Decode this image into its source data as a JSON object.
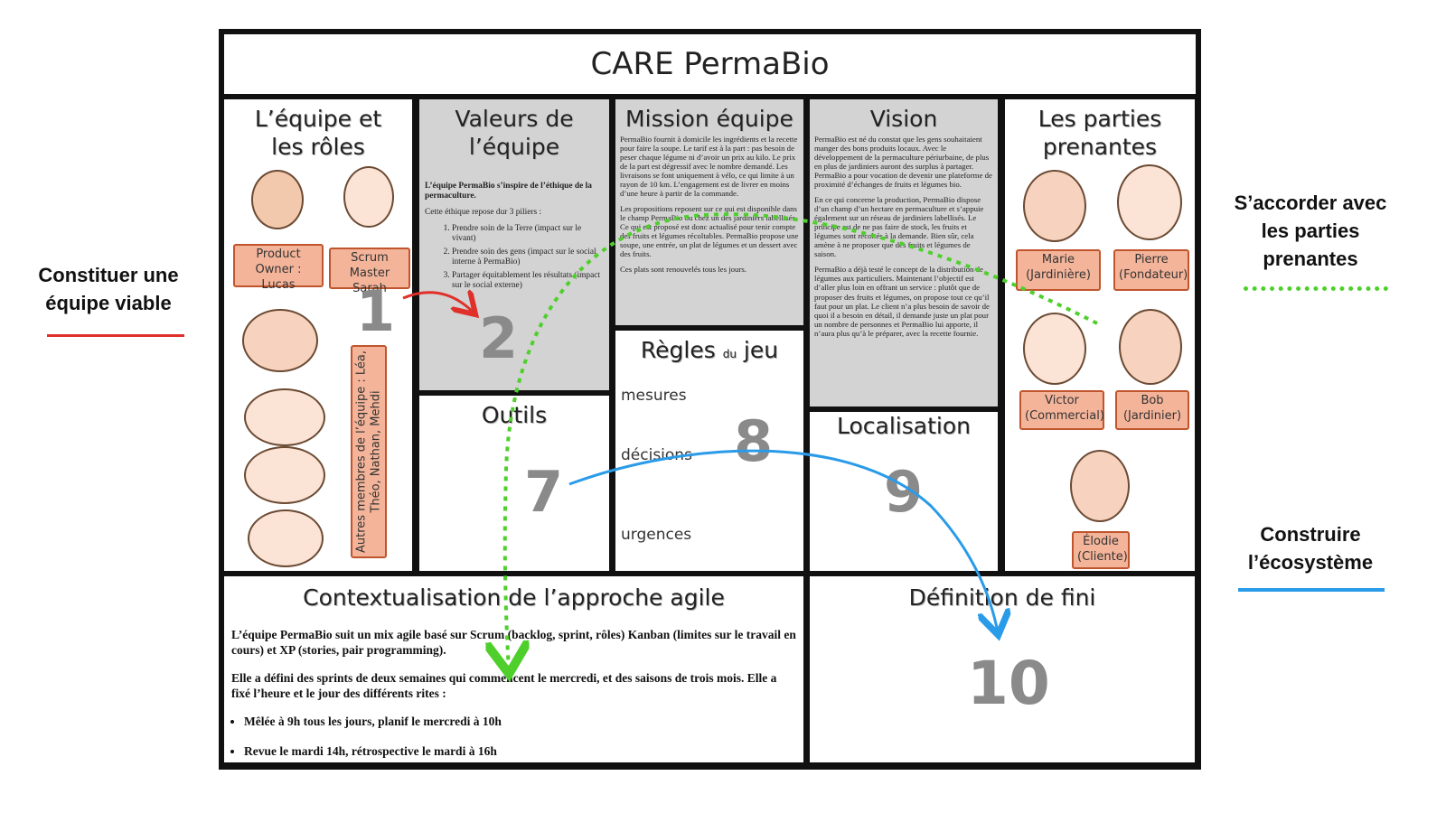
{
  "title": "CARE PermaBio",
  "left_label": {
    "text": "Constituer une équipe viable",
    "color": "#e0302a"
  },
  "right_labels": [
    {
      "text": "S’accorder avec les parties prenantes",
      "color": "#4fcf2c"
    },
    {
      "text": "Construire l’écosystème",
      "color": "#2a9be8"
    }
  ],
  "sections": {
    "team": {
      "heading": "L’équipe et les rôles",
      "roles": [
        "Product Owner : Lucas",
        "Scrum Master Sarah"
      ],
      "others": "Autres membres de l’équipe : Léa, Théo, Nathan, Mehdi"
    },
    "values": {
      "heading": "Valeurs de l’équipe",
      "intro": "L’équipe PermaBio s’inspire de l’éthique de la permaculture.",
      "lead": "Cette éthique repose dur 3 piliers :",
      "pillars": [
        "Prendre soin de la Terre (impact sur le vivant)",
        "Prendre soin des gens (impact sur le social interne à PermaBio)",
        "Partager équitablement les résultats (impact sur le social externe)"
      ]
    },
    "mission": {
      "heading": "Mission équipe",
      "p1": "PermaBio fournit à domicile les ingrédients et la recette pour faire la soupe. Le tarif est à la part : pas besoin de peser chaque légume ni d’avoir un prix au kilo. Le prix de la part est dégressif avec le nombre demandé. Les livraisons se font uniquement à vélo, ce qui limite à un rayon de 10 km. L’engagement est de livrer en moins d’une heure à partir de la commande.",
      "p2": "Les propositions reposent sur ce qui est disponible dans le champ PermaBio ou chez un des jardiniers labellisés. Ce qui est proposé est donc actualisé pour tenir compte des fruits et légumes récoltables. PermaBio propose une soupe, une entrée, un plat de légumes et un dessert avec des fruits.",
      "p3": "Ces plats sont renouvelés tous les jours."
    },
    "vision": {
      "heading": "Vision",
      "p1": "PermaBio est né du constat que les gens souhaitaient manger des bons produits locaux. Avec le développement de la permaculture périurbaine, de plus en plus de jardiniers auront des surplus à partager. PermaBio a pour vocation de devenir une plateforme de proximité d’échanges de fruits et légumes bio.",
      "p2": "En ce qui concerne la production, PermaBio dispose d’un champ d’un hectare en permaculture et s’appuie également sur un réseau de jardiniers labellisés. Le principe est de ne pas faire de stock, les fruits et légumes sont récoltés à la demande. Bien sûr, cela amène à ne proposer que des fruits et légumes de saison.",
      "p3": "PermaBio a déjà testé le concept de la distribution de légumes aux particuliers. Maintenant l’objectif est d’aller plus loin en offrant un service : plutôt que de proposer des fruits et légumes, on propose tout ce qu’il faut pour un plat. Le client n’a plus besoin de savoir de quoi il a besoin en détail, il demande juste un plat pour un nombre de personnes et PermaBio lui apporte, il n’aura plus qu’à le préparer, avec la recette fournie."
    },
    "stakeholders": {
      "heading": "Les parties prenantes",
      "people": [
        "Marie (Jardinière)",
        "Pierre (Fondateur)",
        "Victor (Commercial)",
        "Bob (Jardinier)",
        "Élodie (Cliente)"
      ]
    },
    "tools": {
      "heading": "Outils"
    },
    "rules": {
      "heading_main": "Règles",
      "heading_small": "du",
      "heading_end": "jeu",
      "items": [
        "mesures",
        "décisions",
        "urgences"
      ]
    },
    "location": {
      "heading": "Localisation"
    },
    "context": {
      "heading": "Contextualisation de l’approche agile",
      "p1": "L’équipe PermaBio suit un mix agile basé sur Scrum (backlog, sprint, rôles) Kanban (limites sur le travail en cours) et XP (stories, pair programming).",
      "p2": "Elle a défini des sprints de deux semaines qui commencent le mercredi, et des saisons de trois mois. Elle a fixé l’heure et le jour des différents rites :",
      "bullets": [
        "Mêlée à 9h tous les jours, planif le mercredi à 10h",
        "Revue le mardi 14h, rétrospective le mardi à 16h"
      ]
    },
    "done": {
      "heading": "Définition de fini"
    }
  },
  "numbers": [
    "1",
    "2",
    "7",
    "8",
    "9",
    "10"
  ]
}
